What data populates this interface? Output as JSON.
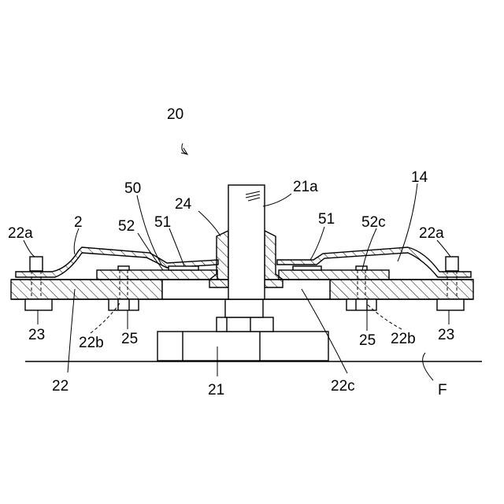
{
  "figure": {
    "labels": {
      "l20": "20",
      "l21a": "21a",
      "l14": "14",
      "l50": "50",
      "l24": "24",
      "l51_left": "51",
      "l51_right": "51",
      "l2": "2",
      "l52": "52",
      "l52c": "52c",
      "l22a_left": "22a",
      "l22a_right": "22a",
      "l23_left": "23",
      "l23_right": "23",
      "l22b_left": "22b",
      "l22b_right": "22b",
      "l25_left": "25",
      "l25_right": "25",
      "l22": "22",
      "l21": "21",
      "l22c": "22c",
      "lF": "F"
    }
  }
}
